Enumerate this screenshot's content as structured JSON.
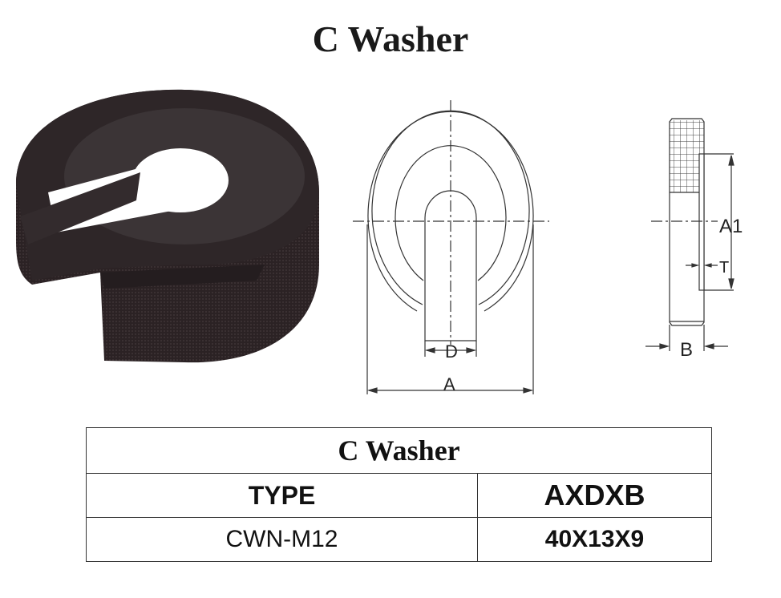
{
  "title": "C Washer",
  "drawing_labels": {
    "d": "D",
    "a": "A",
    "a1": "A1",
    "t": "T",
    "b": "B"
  },
  "table": {
    "title": "C Washer",
    "headers": [
      "TYPE",
      "AXDXB"
    ],
    "rows": [
      [
        "CWN-M12",
        "40X13X9"
      ]
    ]
  }
}
